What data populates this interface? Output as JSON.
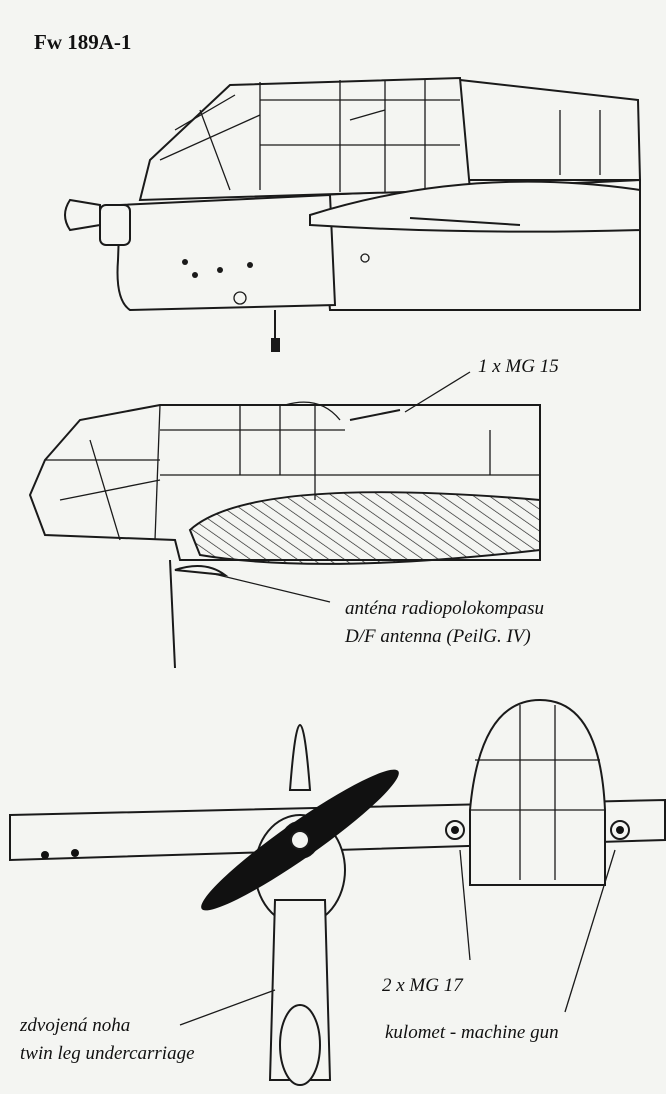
{
  "title": "Fw 189A-1",
  "labels": {
    "mg15": "1 x MG 15",
    "antenna_cz": "anténa radiopolokompasu",
    "antenna_en": "D/F antenna (PeilG. IV)",
    "mg17": "2 x MG 17",
    "gun": "kulomet - machine gun",
    "leg_cz": "zdvojená noha",
    "leg_en": "twin leg undercarriage"
  },
  "colors": {
    "ink": "#1a1a1a",
    "paper": "#f4f5f2"
  }
}
